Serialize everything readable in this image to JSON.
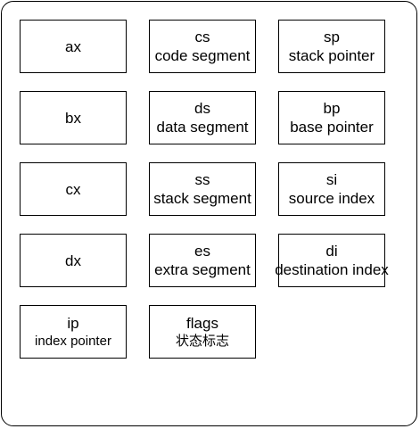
{
  "registers": {
    "ax": {
      "name": "ax"
    },
    "bx": {
      "name": "bx"
    },
    "cx": {
      "name": "cx"
    },
    "dx": {
      "name": "dx"
    },
    "ip": {
      "name": "ip",
      "desc": "index pointer"
    },
    "cs": {
      "name": "cs",
      "desc": "code segment"
    },
    "ds": {
      "name": "ds",
      "desc": "data segment"
    },
    "ss": {
      "name": "ss",
      "desc": "stack segment"
    },
    "es": {
      "name": "es",
      "desc": "extra segment"
    },
    "flags": {
      "name": "flags",
      "desc": "状态标志"
    },
    "sp": {
      "name": "sp",
      "desc": "stack pointer"
    },
    "bp": {
      "name": "bp",
      "desc": "base pointer"
    },
    "si": {
      "name": "si",
      "desc": "source index"
    },
    "di": {
      "name": "di",
      "desc": "destination index"
    }
  }
}
